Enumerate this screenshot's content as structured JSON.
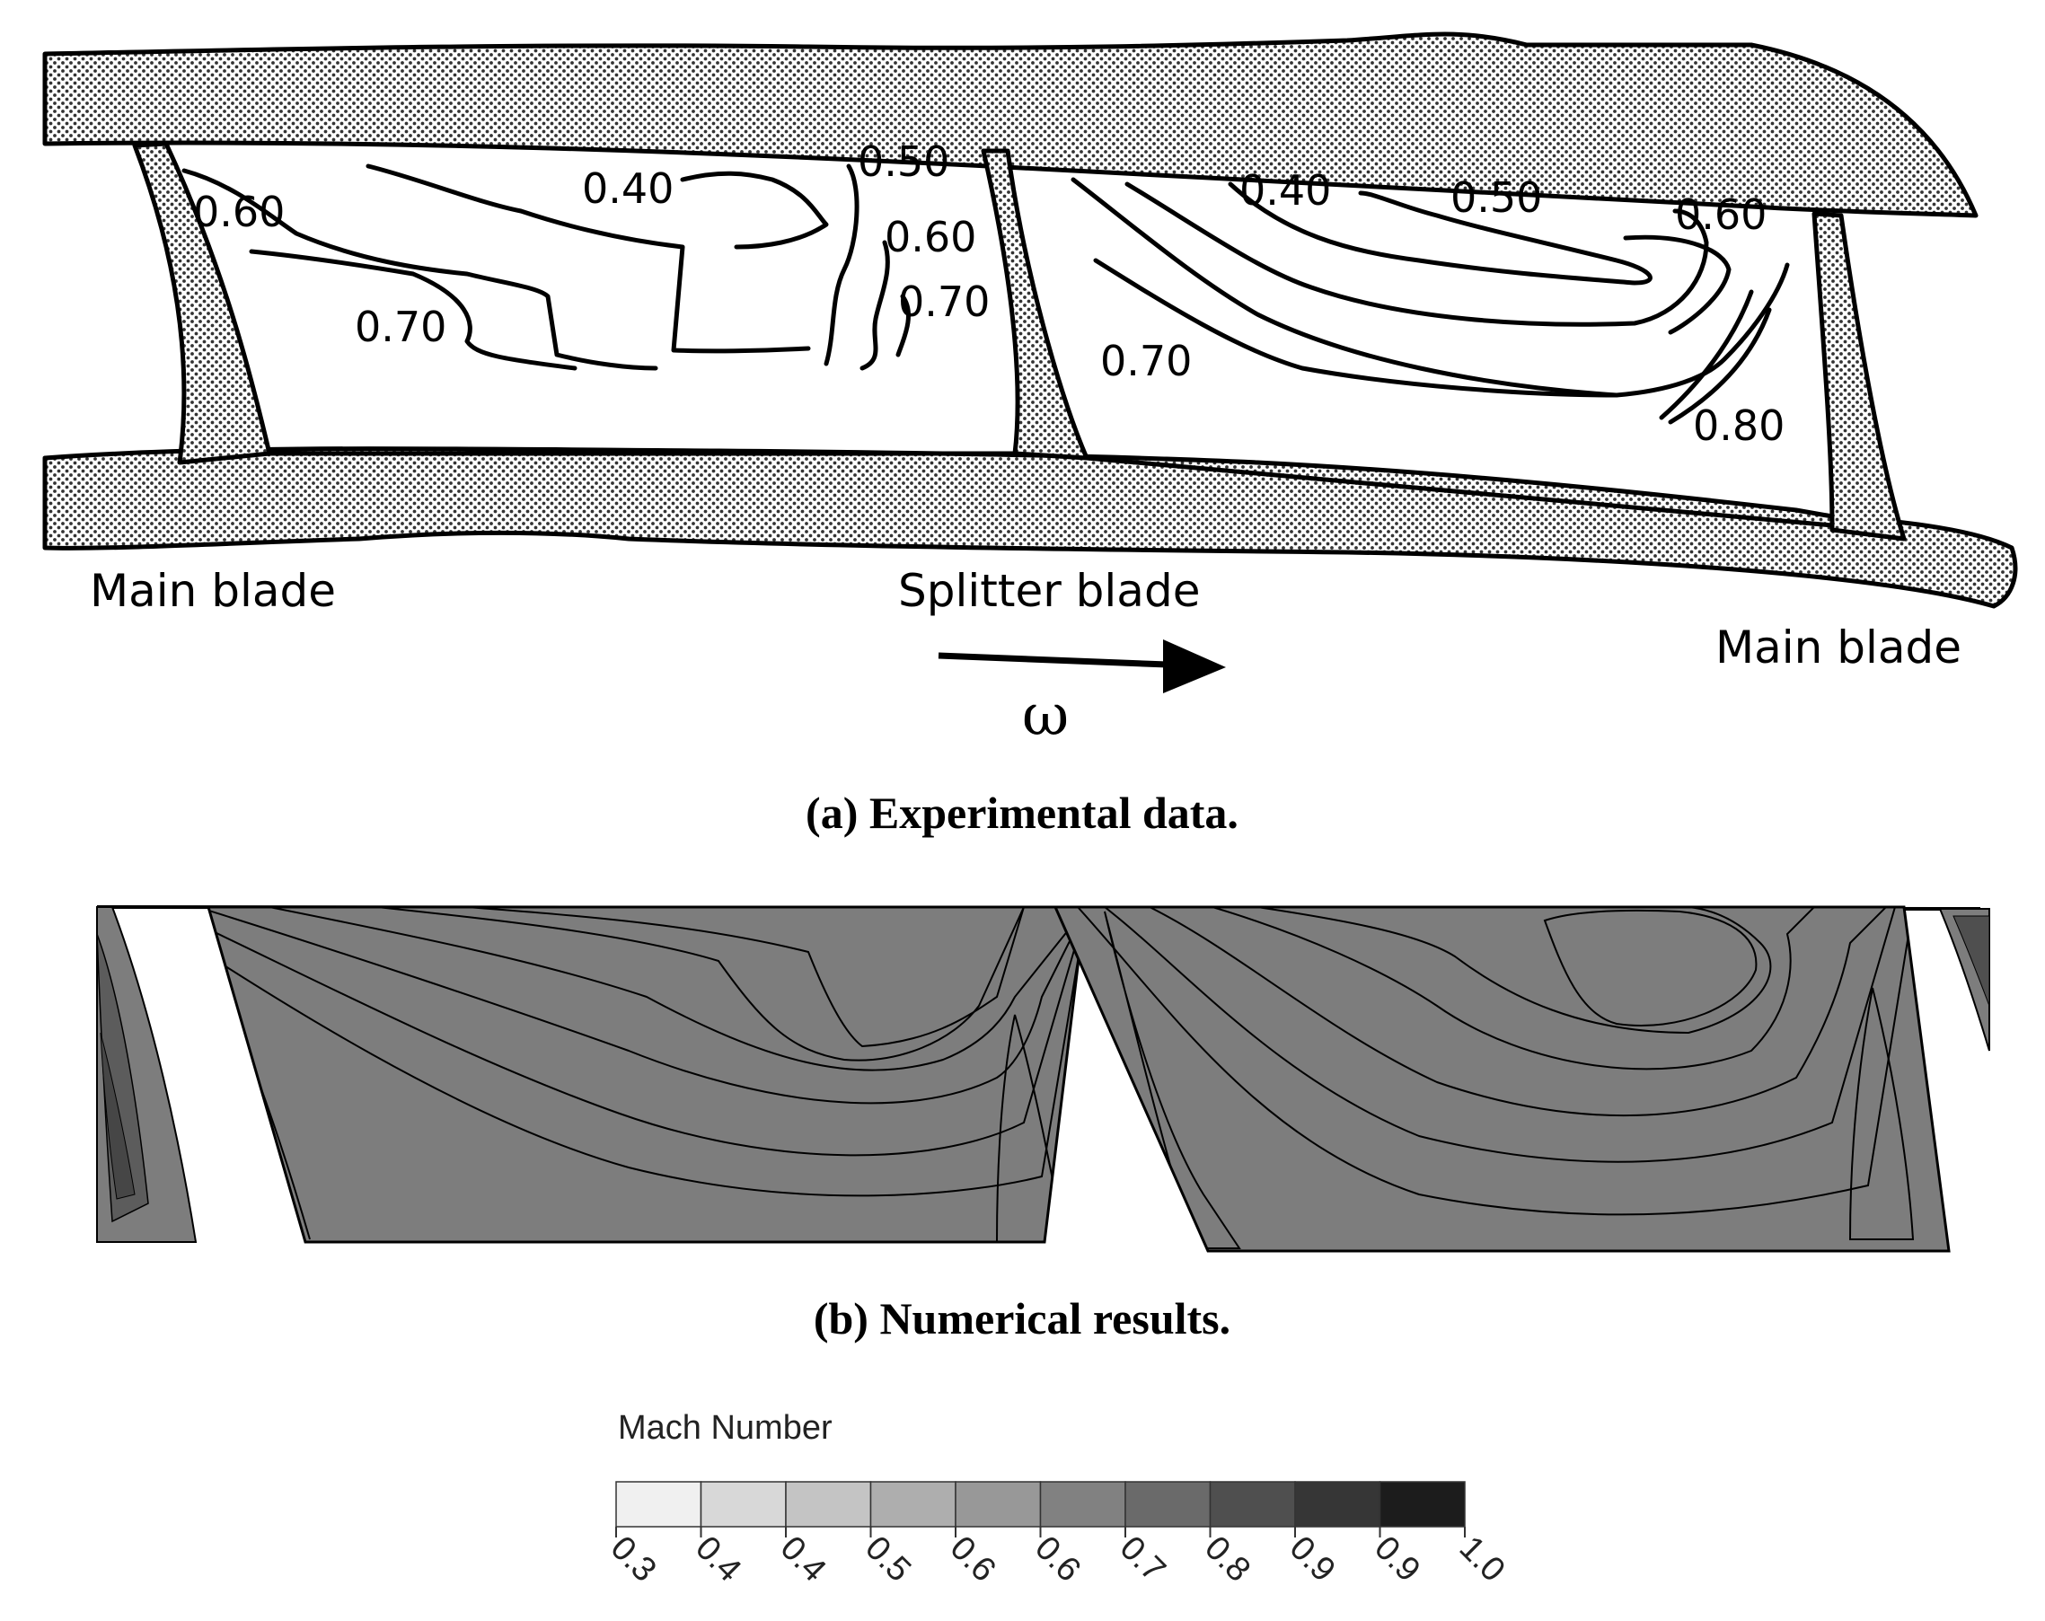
{
  "panel_a": {
    "caption": "(a) Experimental data.",
    "blade_labels": {
      "main_left": "Main blade",
      "splitter": "Splitter blade",
      "main_right": "Main blade"
    },
    "rotation_symbol": "ω",
    "contour_labels_left": [
      "0.60",
      "0.40",
      "0.50",
      "0.60",
      "0.70",
      "0.70"
    ],
    "contour_labels_right": [
      "0.40",
      "0.50",
      "0.60",
      "0.70",
      "0.80"
    ]
  },
  "panel_b": {
    "caption": "(b) Numerical results."
  },
  "colorbar": {
    "title": "Mach Number",
    "ticks": [
      "0.3",
      "0.4",
      "0.4",
      "0.5",
      "0.6",
      "0.6",
      "0.7",
      "0.8",
      "0.9",
      "0.9",
      "1.0"
    ],
    "colors": [
      "#f0f0f0",
      "#d8d8d8",
      "#c4c4c4",
      "#aeaeae",
      "#989898",
      "#818181",
      "#6a6a6a",
      "#4f4f4f",
      "#363636",
      "#1c1c1c"
    ]
  },
  "colors": {
    "hatch_fill": "#d9d9d9",
    "ink": "#000000"
  }
}
